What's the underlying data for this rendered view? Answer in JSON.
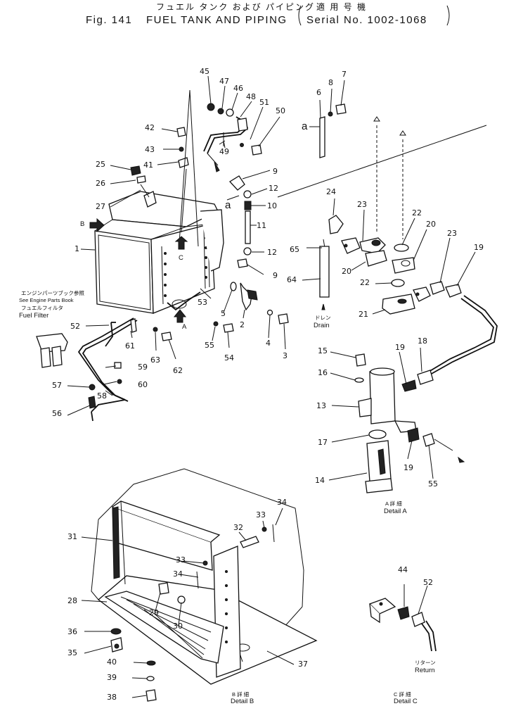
{
  "header": {
    "title_jp": "フュエル タンク および パイピング",
    "serial_jp": "適 用 号 機",
    "fig_label": "Fig. 141",
    "title": "FUEL TANK AND PIPING",
    "serial": "Serial No. 1002-1068"
  },
  "notes": {
    "engine_jp": "エンジンパーツブック参照",
    "engine_en": "See Engine Parts Book",
    "filter_jp": "フュエルフィルタ",
    "filter_en": "Fuel Filter",
    "drain_jp": "ドレン",
    "drain_en": "Drain",
    "return_jp": "リターン",
    "return_en": "Return"
  },
  "details": {
    "a_jp": "A 詳 細",
    "a_en": "Detail A",
    "b_jp": "B 詳 細",
    "b_en": "Detail B",
    "c_jp": "C 詳 細",
    "c_en": "Detail C"
  },
  "view_markers": {
    "a": "a",
    "a2": "a",
    "b": "B",
    "c": "C",
    "a_view": "A"
  },
  "callouts": {
    "c1": "1",
    "c2": "2",
    "c3": "3",
    "c4": "4",
    "c5": "5",
    "c6": "6",
    "c7": "7",
    "c8": "8",
    "c9a": "9",
    "c9b": "9",
    "c10": "10",
    "c11": "11",
    "c12a": "12",
    "c12b": "12",
    "c13": "13",
    "c14": "14",
    "c15": "15",
    "c16": "16",
    "c17": "17",
    "c18": "18",
    "c19a": "19",
    "c19b": "19",
    "c19c": "19",
    "c20a": "20",
    "c20b": "20",
    "c21": "21",
    "c22a": "22",
    "c22b": "22",
    "c23a": "23",
    "c23b": "23",
    "c24": "24",
    "c25": "25",
    "c26": "26",
    "c27": "27",
    "c28": "28",
    "c29": "29",
    "c30": "30",
    "c31": "31",
    "c32": "32",
    "c33a": "33",
    "c33b": "33",
    "c34a": "34",
    "c34b": "34",
    "c35": "35",
    "c36": "36",
    "c37": "37",
    "c38": "38",
    "c39": "39",
    "c40": "40",
    "c41": "41",
    "c42": "42",
    "c43": "43",
    "c44": "44",
    "c45": "45",
    "c46": "46",
    "c47": "47",
    "c48": "48",
    "c49": "49",
    "c50": "50",
    "c51": "51",
    "c52a": "52",
    "c52b": "52",
    "c53": "53",
    "c54": "54",
    "c55a": "55",
    "c55b": "55",
    "c56": "56",
    "c57": "57",
    "c58": "58",
    "c59": "59",
    "c60": "60",
    "c61": "61",
    "c62": "62",
    "c63": "63",
    "c64": "64",
    "c65": "65"
  }
}
